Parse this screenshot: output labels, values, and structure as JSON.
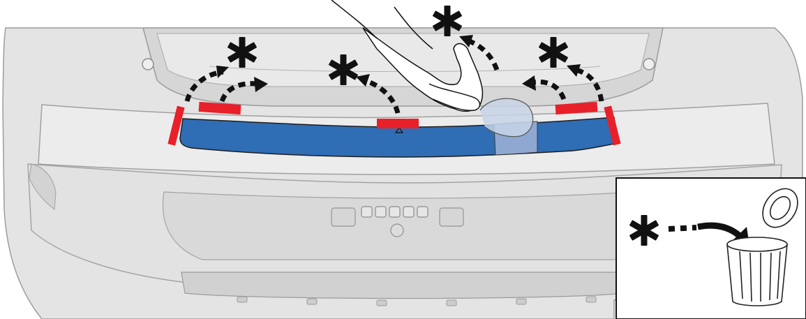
{
  "illustration": {
    "subject": "rear-bumper-protection-film-installation",
    "steps": [
      {
        "action": "peel-backing-tab",
        "icon": "asterisk-icon"
      },
      {
        "action": "dispose-backing",
        "icon": "trash-can-icon"
      }
    ]
  },
  "colors": {
    "film": "#2f6db5",
    "film_peeled": "#8fa8d2",
    "tape_markers": "#e8202a",
    "arrows": "#111111",
    "bumper": "#e3e3e3",
    "bumper_shade": "#cfcfcf",
    "outline": "#9a9a9a"
  }
}
